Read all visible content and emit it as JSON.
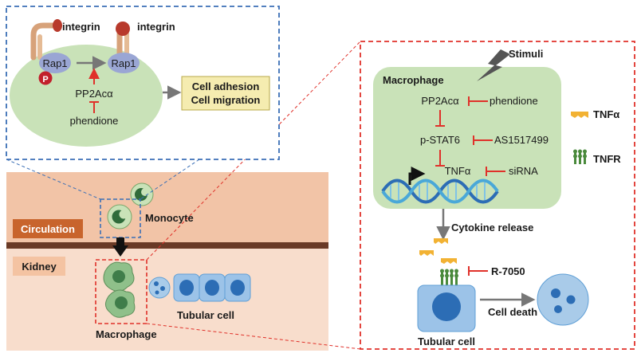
{
  "left_inset": {
    "integrin_left": "integrin",
    "integrin_right": "integrin",
    "rap1_left": "Rap1",
    "rap1_right": "Rap1",
    "phospho": "P",
    "pp2a": "PP2Acα",
    "phendione": "phendione",
    "outcome_line1": "Cell adhesion",
    "outcome_line2": "Cell migration"
  },
  "tissue": {
    "circulation": "Circulation",
    "kidney": "Kidney",
    "monocyte": "Monocyte",
    "macrophage": "Macrophage",
    "tubular_cell": "Tubular cell"
  },
  "right_panel": {
    "stimuli": "Stimuli",
    "macrophage": "Macrophage",
    "pp2a": "PP2Acα",
    "phendione": "phendione",
    "pstat6": "p-STAT6",
    "as1517499": "AS1517499",
    "tnfa_gene": "TNFα",
    "sirna": "siRNA",
    "legend_tnfa": "TNFα",
    "legend_tnfr": "TNFR",
    "cytokine_release": "Cytokine release",
    "r7050": "R-7050",
    "tubular_cell": "Tubular cell",
    "cell_death": "Cell death"
  },
  "colors": {
    "cell_green": "#c9e2b8",
    "inhibitor_red": "#e0312a",
    "dashed_blue": "#3b6fb6",
    "dashed_red": "#e0312a",
    "circulation_band": "#f2c4a7",
    "kidney_band": "#f7dccb",
    "label_box": "#c8642c",
    "tubular_blue": "#5f9fd6",
    "tnf_gold": "#f2b233"
  }
}
